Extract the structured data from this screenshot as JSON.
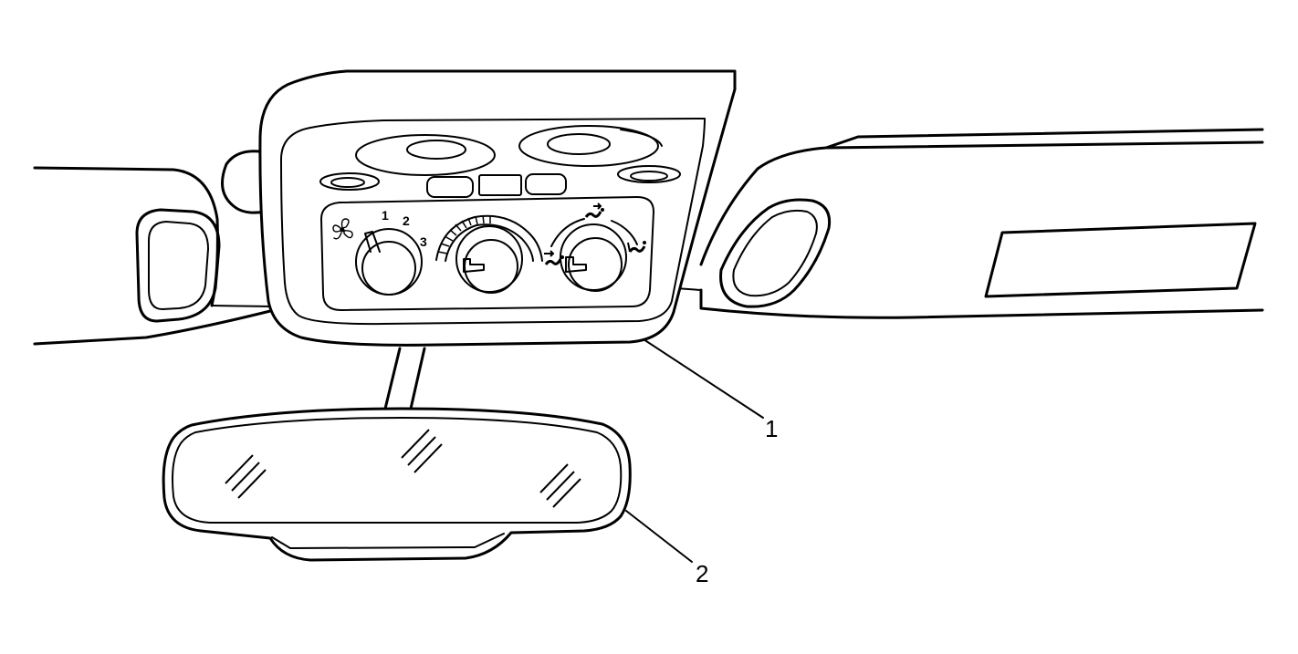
{
  "diagram": {
    "callouts": [
      {
        "id": "1",
        "label": "1"
      },
      {
        "id": "2",
        "label": "2"
      }
    ],
    "fan_dial": {
      "icon": "fan-icon",
      "speeds": [
        "1",
        "2",
        "3"
      ]
    },
    "mode_dial": {
      "icons": [
        "panel-vent-icon",
        "bi-level-icon",
        "floor-icon"
      ]
    },
    "temperature_dial": {
      "icon": "temperature-scale-icon"
    }
  }
}
